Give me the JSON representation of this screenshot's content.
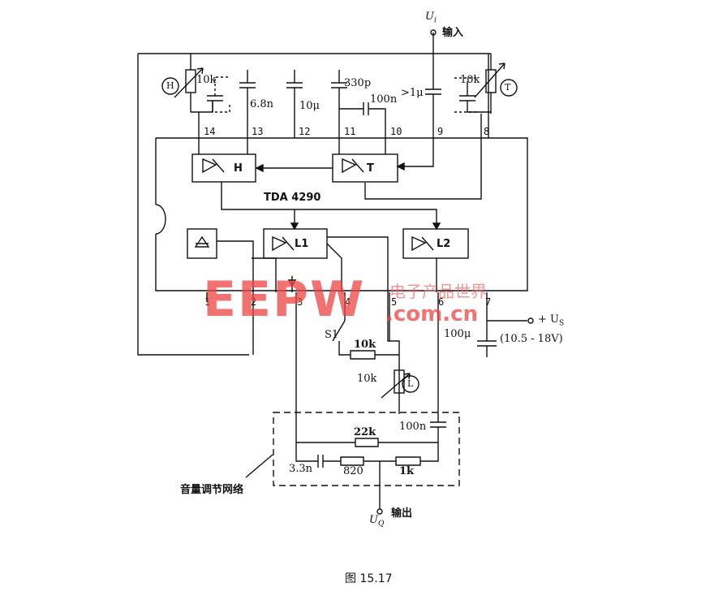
{
  "figure": {
    "ic_name": "TDA 4290",
    "input_label": "输入",
    "output_label": "输出",
    "ui_symbol": "U",
    "ui_sub": "i",
    "uq_symbol": "U",
    "uq_sub": "Q",
    "us_label": "+ U",
    "us_sub": "S",
    "supply_range": "(10.5 - 18V)",
    "network_label": "音量调节网络",
    "caption": "图 15.17"
  },
  "blocks": {
    "h": "H",
    "t": "T",
    "l1": "L1",
    "l2": "L2"
  },
  "controls": {
    "h_knob": "H",
    "t_knob": "T",
    "l_knob": "L",
    "switch": "S1"
  },
  "components": {
    "r_h": "10k",
    "r_t": "10k",
    "c_13": "6.8n",
    "c_12": "10μ",
    "c_11": "330p",
    "c_10": "100n",
    "c_9": ">1μ",
    "r_l": "10k",
    "r_l_pot": "10k",
    "c_supply": "100μ",
    "c_out": "100n",
    "r_22k": "22k",
    "c_33n": "3.3n",
    "r_820": "820",
    "r_1k": "1k"
  },
  "pins": {
    "p14": "14",
    "p13": "13",
    "p12": "12",
    "p11": "11",
    "p10": "10",
    "p9": "9",
    "p8": "8",
    "p1": "1",
    "p2": "2",
    "p3": "3",
    "p4": "4",
    "p5": "5",
    "p6": "6",
    "p7": "7"
  },
  "watermark": {
    "logo": "EEPW",
    "cn": "电子产品世界",
    "url": ".com.cn"
  }
}
